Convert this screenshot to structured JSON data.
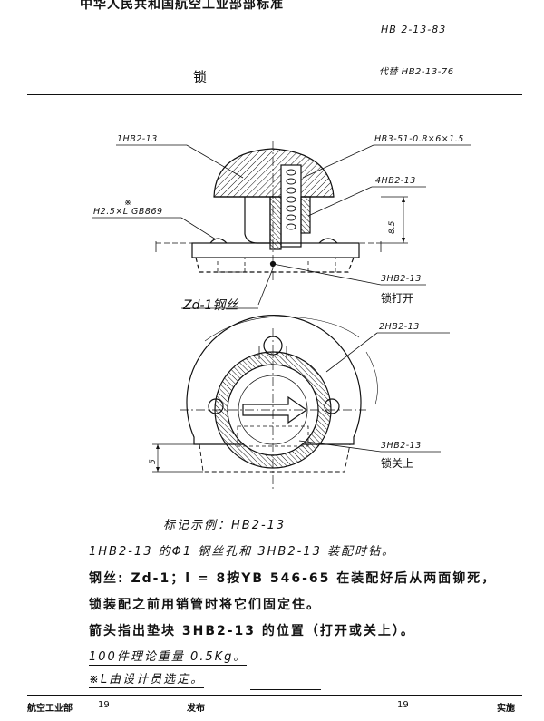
{
  "header": {
    "standard_body": "中华人民共和国航空工业部部标准",
    "standard_number": "HB 2-13-83",
    "title": "锁",
    "replaces": "代替 HB2-13-76"
  },
  "drawing": {
    "part_label_1": "1HB2-13",
    "part_label_bolt": "HB3-51-0.8×6×1.5",
    "part_label_4": "4HB2-13",
    "part_label_rivet_mark": "※",
    "part_label_rivet": "H2.5×L GB869",
    "dim_height": "8.5",
    "part_label_3": "3HB2-13",
    "label_unlocked": "锁打开",
    "label_wire": "Zd-1钢丝",
    "part_label_2": "2HB2-13",
    "part_label_3b": "3HB2-13",
    "label_locked": "锁关上",
    "dim_width": "5"
  },
  "notes": {
    "marking_example": "标记示例：HB2-13",
    "line1": "1HB2-13 的Φ1 钢丝孔和 3HB2-13 装配时钻。",
    "line2": "钢丝: Zd-1；l = 8按YB 546-65 在装配好后从两面铆死，",
    "line3": "锁装配之前用销管时将它们固定住。",
    "line4": "箭头指出垫块 3HB2-13 的位置（打开或关上）。",
    "line5": "100件理论重量 0.5Kg。",
    "line6": "※L由设计员选定。"
  },
  "footer": {
    "issuer": "航空工业部",
    "issue_date": "19",
    "issued": "发布",
    "effective_date": "19",
    "effective": "实施"
  }
}
